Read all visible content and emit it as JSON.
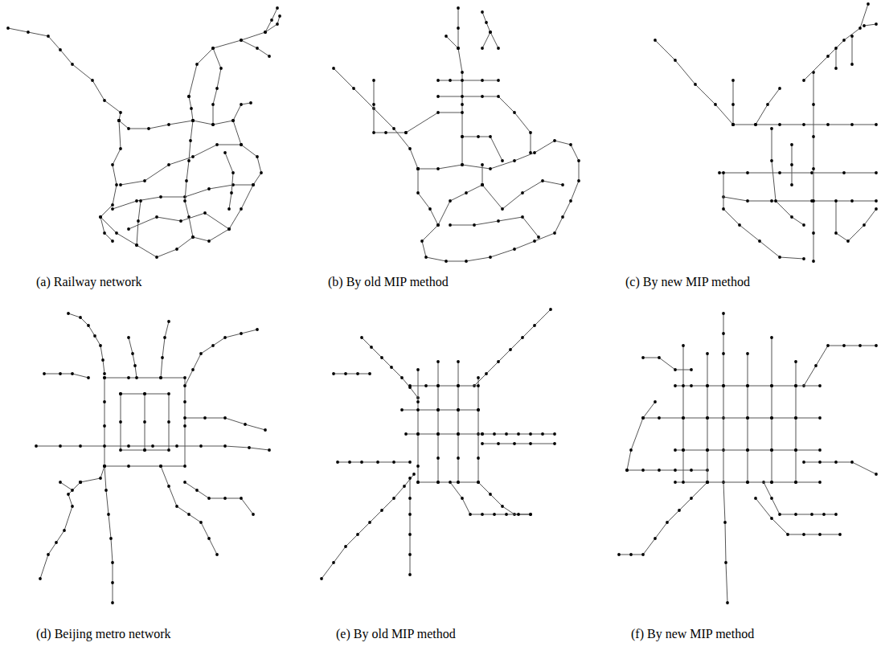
{
  "diagram": {
    "labels": [
      "(a) Railway network",
      "(b) By old MIP method",
      "(c) By new MIP method",
      "(d) Beijing metro network",
      "(e) By old MIP method",
      "(f) By new MIP method"
    ]
  }
}
